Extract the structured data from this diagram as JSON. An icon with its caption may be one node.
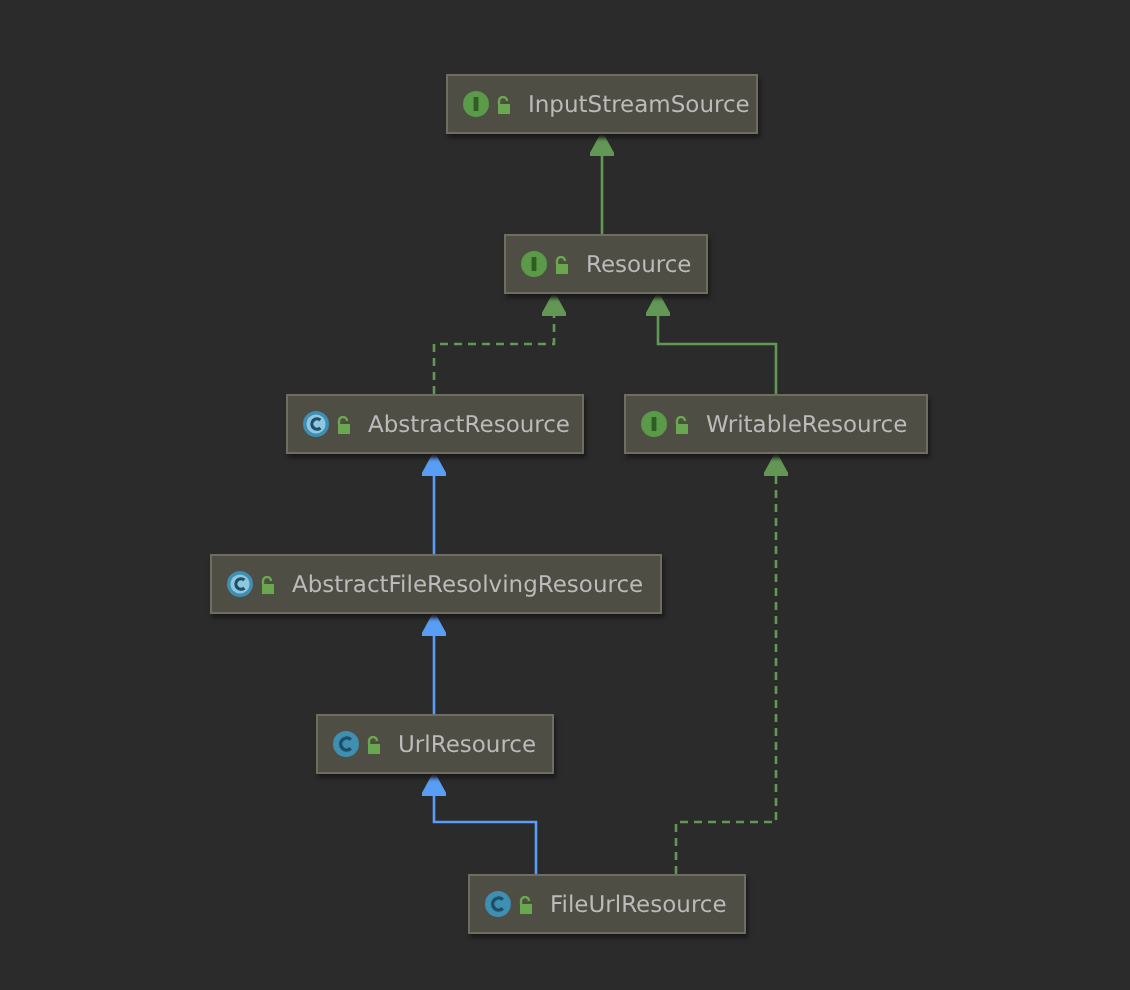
{
  "diagram": {
    "nodes": [
      {
        "text": [
          "InputStreamSource"
        ]
      },
      {
        "text": [
          "Resource"
        ]
      },
      {
        "text": [
          "AbstractResource"
        ]
      },
      {
        "text": [
          "WritableResource"
        ]
      },
      {
        "text": [
          "AbstractFileResolvingResource"
        ]
      },
      {
        "text": [
          "UrlResource"
        ]
      },
      {
        "text": [
          "FileUrlResource"
        ]
      }
    ],
    "edges": [
      {
        "from": 1,
        "to": 0,
        "arrow": "to"
      },
      {
        "from": 2,
        "to": 1,
        "arrow": "to",
        "style": "dashed"
      },
      {
        "from": 3,
        "to": 1,
        "arrow": "to"
      },
      {
        "from": 4,
        "to": 2,
        "arrow": "to",
        "color": "#589df6"
      },
      {
        "from": 5,
        "to": 4,
        "arrow": "to",
        "color": "#589df6"
      },
      {
        "from": 6,
        "to": 5,
        "arrow": "to",
        "color": "#589df6"
      },
      {
        "from": 6,
        "to": 3,
        "arrow": "to",
        "style": "dashed"
      }
    ]
  }
}
